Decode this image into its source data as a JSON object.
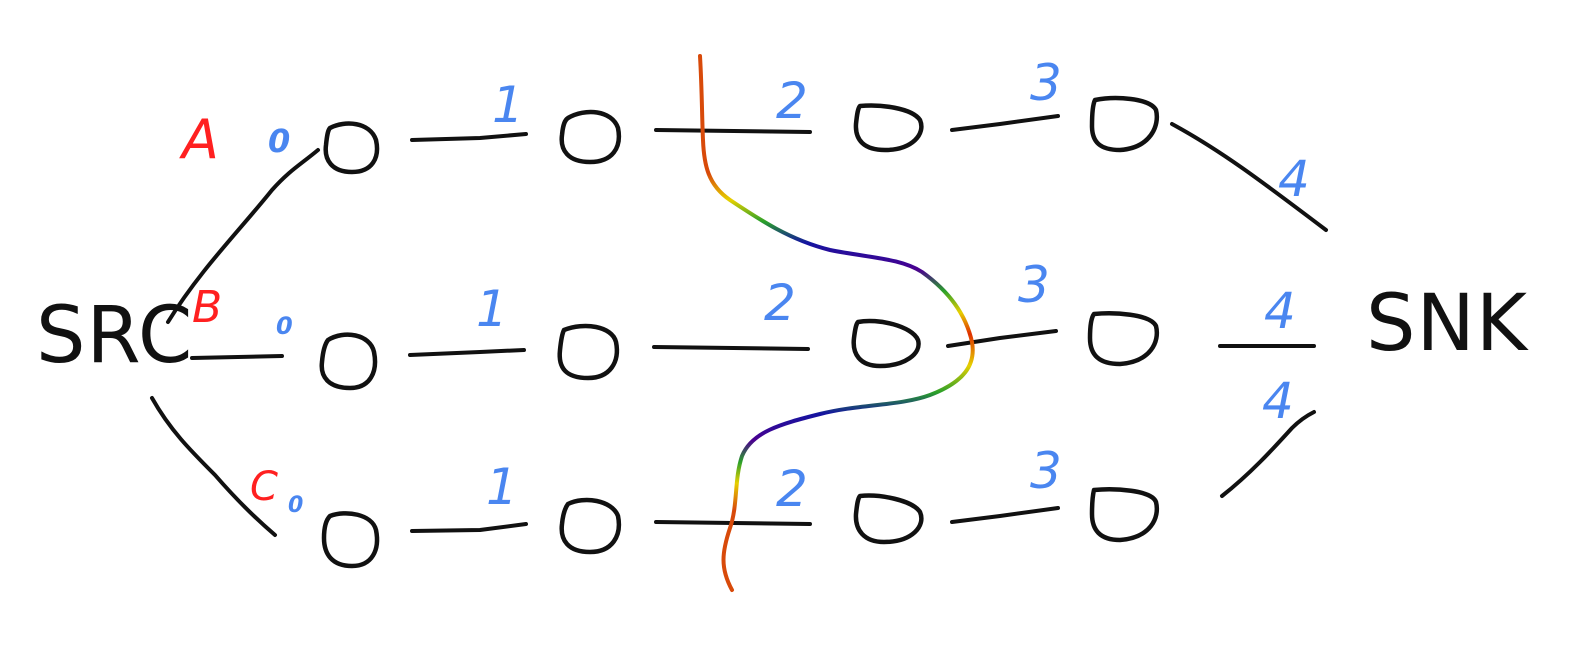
{
  "terminals": {
    "source": "SRC",
    "sink": "SNK"
  },
  "rows": [
    {
      "label": "A",
      "source_weight": "0",
      "weights": [
        "1",
        "2",
        "3",
        "4"
      ]
    },
    {
      "label": "B",
      "source_weight": "0",
      "weights": [
        "1",
        "2",
        "3",
        "4"
      ]
    },
    {
      "label": "C",
      "source_weight": "0",
      "weights": [
        "1",
        "2",
        "3",
        "4"
      ]
    }
  ],
  "colors": {
    "ink": "#111111",
    "row_label": "#ff2020",
    "weight_label": "#4a86f0",
    "cut_gradient": [
      "#e04000",
      "#ffd700",
      "#1a8f1a",
      "#1010a0",
      "#4b0082"
    ]
  }
}
